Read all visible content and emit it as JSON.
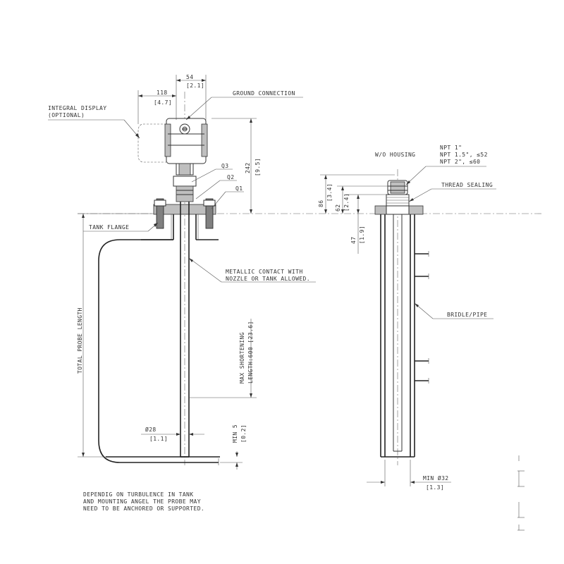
{
  "labels": {
    "integral_display_line1": "INTEGRAL DISPLAY",
    "integral_display_line2": "(OPTIONAL)",
    "ground_connection": "GROUND CONNECTION",
    "tank_flange": "TANK FLANGE",
    "metallic_contact_line1": "METALLIC CONTACT WITH",
    "metallic_contact_line2": "NOZZLE OR TANK ALLOWED.",
    "total_probe_length": "TOTAL PROBE LENGTH",
    "max_shortening_line1": "MAX SHORTENING",
    "max_shortening_line2": "LENGTH:600 [23.6]",
    "wo_housing": "W/O HOUSING",
    "npt_1": "NPT 1\"",
    "npt_15": "NPT 1.5\", ≤52",
    "npt_2": "NPT 2\", ≤60",
    "thread_sealing": "THREAD SEALING",
    "bridle_pipe": "BRIDLE/PIPE",
    "note_line1": "DEPENDIG ON TURBULENCE IN TANK",
    "note_line2": "AND MOUNTING ANGEL THE PROBE MAY",
    "note_line3": "NEED TO BE ANCHORED OR SUPPORTED."
  },
  "dimensions": {
    "d54": "54",
    "d54_in": "[2.1]",
    "d118": "118",
    "d118_in": "[4.7]",
    "d242": "242",
    "d242_in": "[9.5]",
    "d86": "86",
    "d86_in": "[3.4]",
    "d62": "62",
    "d62_in": "[2.4]",
    "d47": "47",
    "d47_in": "[1.9]",
    "dia28": "Ø28",
    "dia28_in": "[1.1]",
    "min5": "MIN 5",
    "min5_in": "[0.2]",
    "min32": "MIN Ø32",
    "min32_in": "[1.3]"
  },
  "callouts": {
    "q1": "Q1",
    "q2": "Q2",
    "q3": "Q3"
  }
}
